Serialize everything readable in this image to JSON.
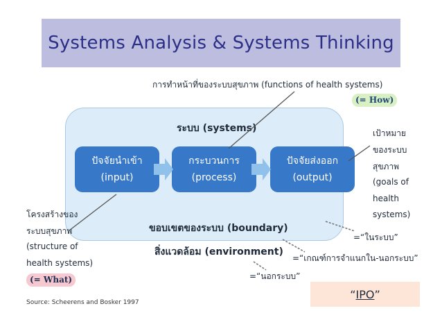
{
  "title": "Systems Analysis & Systems Thinking",
  "system_label": "ระบบ (systems)",
  "boundary_label": "ขอบเขตของระบบ (boundary)",
  "environment_label": "สิ่งแวดล้อม (environment)",
  "boxes": [
    {
      "thai": "ปัจจัยนำเข้า",
      "en": "(input)"
    },
    {
      "thai": "กระบวนการ",
      "en": "(process)"
    },
    {
      "thai": "ปัจจัยส่งออก",
      "en": "(output)"
    }
  ],
  "functions_label": "การทำหน้าที่ของระบบสุขภาพ (functions of health systems)",
  "how_badge": "(= How)",
  "goals_lines": [
    "เป้าหมาย",
    "ของระบบ",
    "สุขภาพ",
    "(goals of",
    "health",
    "systems)"
  ],
  "structure_lines": [
    "โครงสร้างของ",
    "ระบบสุขภาพ",
    "(structure of",
    "health systems)"
  ],
  "what_badge": "(= What)",
  "in_system": "=“ในระบบ”",
  "criteria": "=“เกณฑ์การจำแนกใน-นอกระบบ”",
  "out_system": "=“นอกระบบ”",
  "ipo": {
    "open": "“",
    "text": "IPO",
    "close": "”"
  },
  "source": "Source: Scheerens and Bosker 1997",
  "colors": {
    "title_band": "#bdbde0",
    "title_text": "#2b2f86",
    "system_fill": "#dcecf8",
    "box_fill": "#3878c8",
    "arrow_fill": "#8fc1ea",
    "how_badge": "#d9efc4",
    "what_badge": "#f6c8cf",
    "ipo_fill": "#fde5d7"
  }
}
